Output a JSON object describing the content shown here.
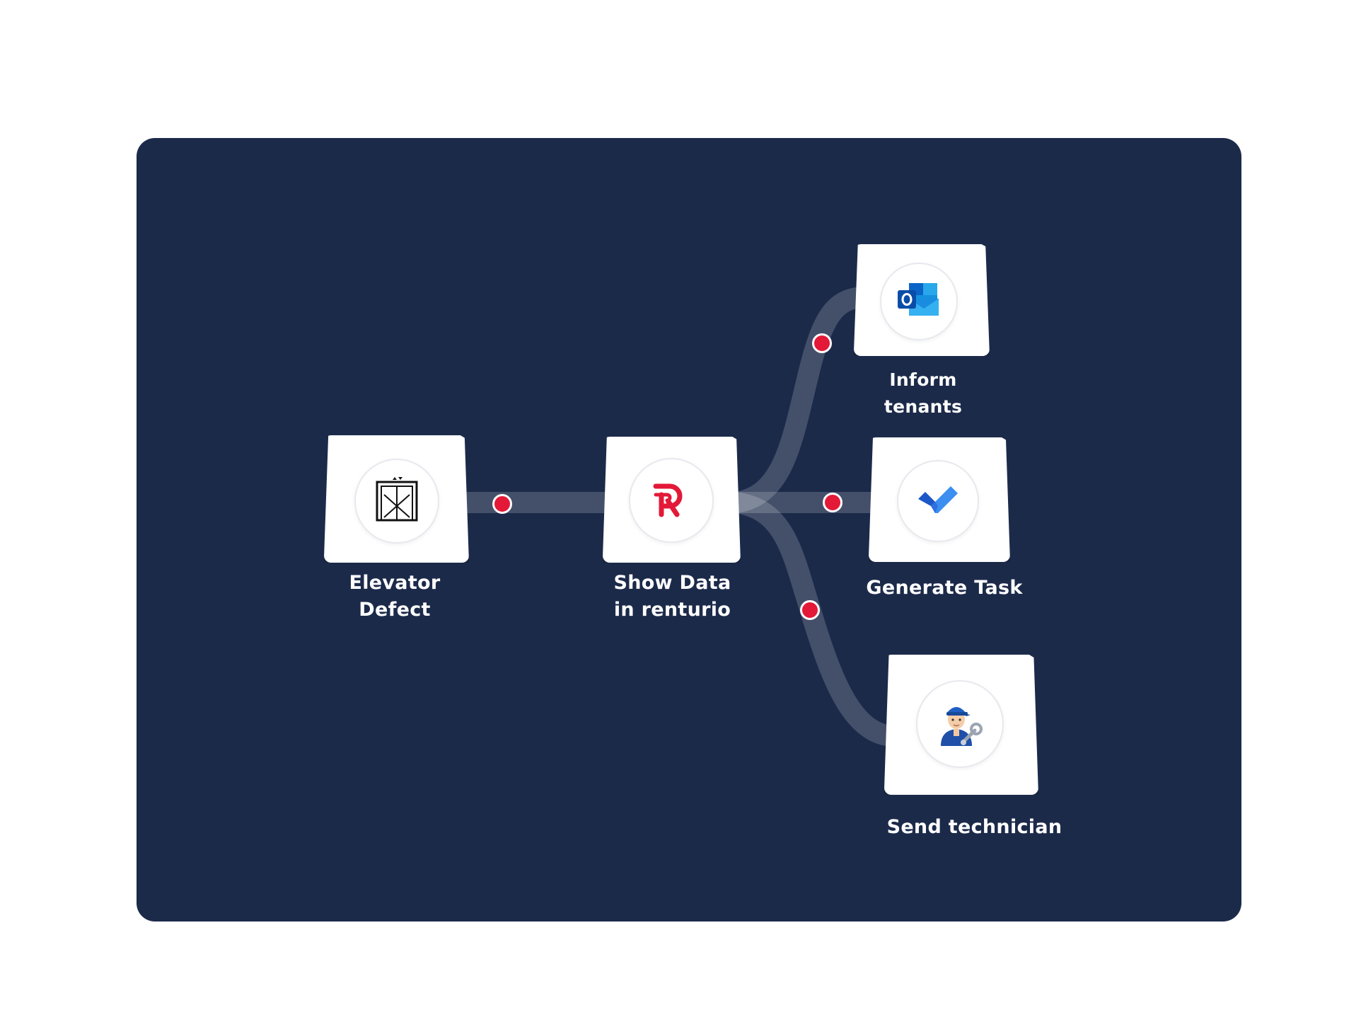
{
  "nodes": {
    "elevator": {
      "line1": "Elevator",
      "line2": "Defect",
      "icon": "elevator-icon"
    },
    "renturio": {
      "line1": "Show Data",
      "line2": "in renturio",
      "icon": "renturio-logo-icon"
    },
    "inform": {
      "label": "Inform tenants",
      "icon": "outlook-icon"
    },
    "task": {
      "label": "Generate Task",
      "icon": "todo-check-icon"
    },
    "tech": {
      "label": "Send technician",
      "icon": "technician-icon"
    }
  },
  "colors": {
    "panel": "#1c2a4a",
    "dot": "#e31937",
    "brand_red": "#e31937",
    "outlook_blue": "#0a64c8",
    "todo_blue": "#2f6fe0"
  }
}
